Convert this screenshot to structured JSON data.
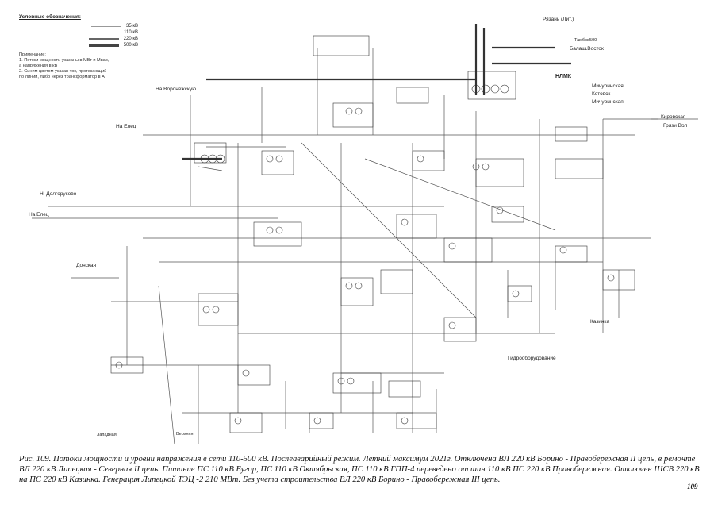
{
  "legend": {
    "title": "Условные обозначения:",
    "entries": [
      {
        "label": "35 кВ"
      },
      {
        "label": "110 кВ"
      },
      {
        "label": "220 кВ"
      },
      {
        "label": "500 кВ"
      }
    ],
    "notes": [
      "Примечание:",
      "1. Потоки мощности указаны в МВт и Мвар,",
      "   а напряжения в кВ",
      "2. Синим цветом указан ток, протекающий",
      "   по линии, либо через трансформатор в А"
    ]
  },
  "directions": {
    "voronezh": "На Воронежскую",
    "elets_top": "На Елец",
    "dolgorukovo": "Н. Долгоруково",
    "elets_bottom": "На Елец",
    "ryazan": "Рязань (Лит.)",
    "kirovskaya": "Кировская",
    "tambov": "Тамбов500",
    "balash": "Балаш.Восток",
    "gryazi": "Грязи Вол"
  },
  "substations": {
    "nlmk": "НЛМК",
    "donskaya": "Донская",
    "michurinskaya": "Мичуринская",
    "kotovsk": "Котовск",
    "michurinskaya2": "Мичуринская",
    "kazinka": "Казинка",
    "gidrooborudovanie": "Гидрооборудование",
    "verkhnyaya": "Верхняя",
    "zapad": "Западная"
  },
  "caption": "Рис. 109. Потоки мощности и уровни напряжения в сети 110-500 кВ. Послеаварийный режим. Летний максимум 2021г. Отключена ВЛ 220 кВ Борино - Правобережная II цепь, в ремонте ВЛ 220 кВ Липецкая - Северная II цепь. Питание ПС 110 кВ Бугор, ПС 110 кВ Октябрьская, ПС 110 кВ ГПП-4 переведено от шин 110 кВ ПС 220 кВ Правобережная. Отключен ШСВ 220 кВ на ПС 220 кВ Казинка. Генерация Липецкой ТЭЦ -2 210 МВт. Без учета строительства ВЛ 220 кВ Борино - Правобережная III цепь.",
  "page_number": "109"
}
